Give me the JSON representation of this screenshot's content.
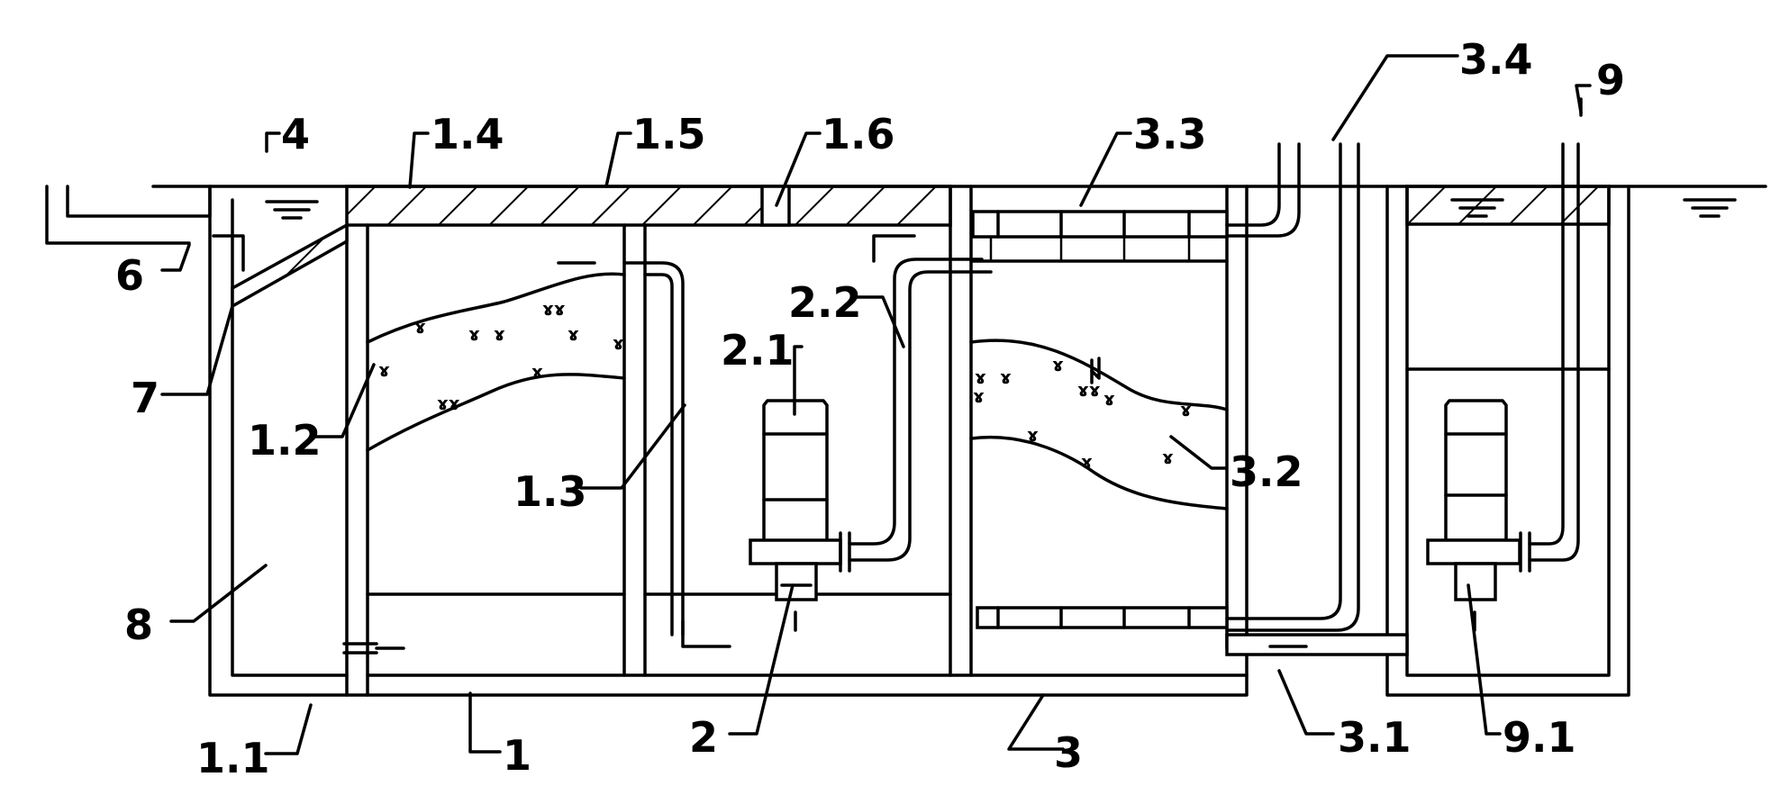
{
  "labels": {
    "l_1": "1",
    "l_1_1": "1.1",
    "l_1_2": "1.2",
    "l_1_3": "1.3",
    "l_1_4": "1.4",
    "l_1_5": "1.5",
    "l_1_6": "1.6",
    "l_2": "2",
    "l_2_1": "2.1",
    "l_2_2": "2.2",
    "l_3": "3",
    "l_3_1": "3.1",
    "l_3_2": "3.2",
    "l_3_3": "3.3",
    "l_3_4": "3.4",
    "l_4": "4",
    "l_6": "6",
    "l_7": "7",
    "l_8": "8",
    "l_9": "9",
    "l_9_1": "9.1"
  }
}
